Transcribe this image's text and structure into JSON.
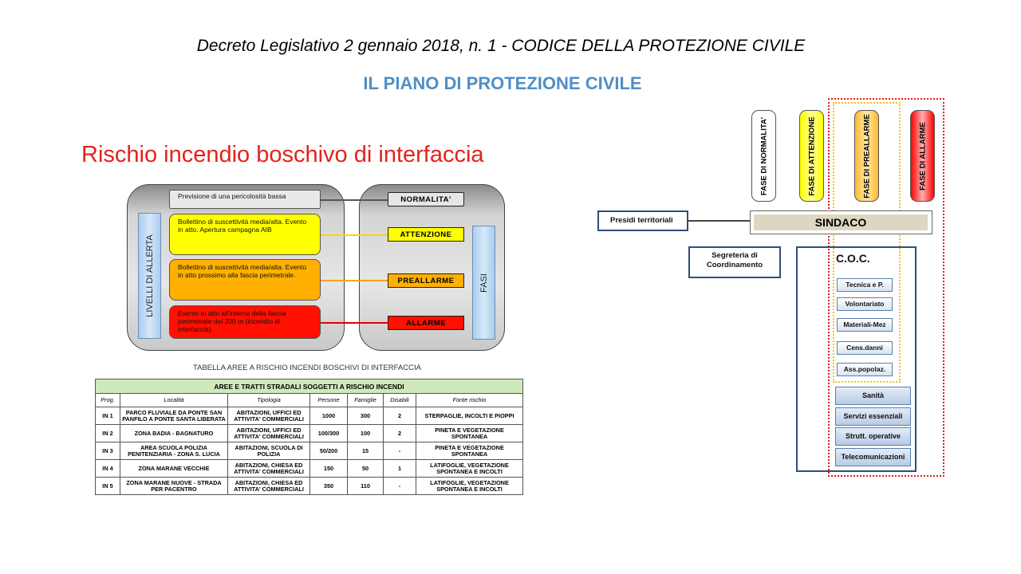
{
  "header": {
    "decreto": "Decreto Legislativo 2 gennaio 2018, n. 1 - CODICE DELLA PROTEZIONE CIVILE",
    "piano": "IL PIANO DI PROTEZIONE CIVILE"
  },
  "risk_title": "Rischio incendio boschivo di interfaccia",
  "alert_diagram": {
    "left_label": "LIVELLI DI ALLERTA",
    "right_label": "FASI",
    "levels": [
      {
        "text": "Previsione di una pericolosità bassa",
        "phase": "NORMALITA'",
        "color": "#e9e9e9",
        "line": "#555555"
      },
      {
        "text": "Bollettino di suscettività media/alta. Evento in atto. Apertura campagna AIB",
        "phase": "ATTENZIONE",
        "color": "#ffff00",
        "line": "#ffd200"
      },
      {
        "text": "Bollettino di suscettività media/alta. Evento in atto prossimo alla fascia perimetrale.",
        "phase": "PREALLARME",
        "color": "#ffb000",
        "line": "#f6a800"
      },
      {
        "text": "Evento in atto all'interno della fascia perimetrale dei 200 m (incendio di interfaccia).",
        "phase": "ALLARME",
        "color": "#ff1000",
        "line": "#e00000"
      }
    ]
  },
  "table_caption": "TABELLA AREE A RISCHIO INCENDI BOSCHIVI DI INTERFACCIA",
  "table": {
    "title": "AREE E TRATTI STRADALI SOGGETTI A RISCHIO INCENDI",
    "columns": [
      "Prog.",
      "Località",
      "Tipologia",
      "Persone",
      "Famiglie",
      "Disabili",
      "Fonte rischio"
    ],
    "rows": [
      [
        "IN 1",
        "PARCO FLUVIALE DA PONTE SAN PANFILO A PONTE SANTA LIBERATA",
        "ABITAZIONI, UFFICI ED ATTIVITA' COMMERCIALI",
        "1000",
        "300",
        "2",
        "STERPAGLIE, INCOLTI E PIOPPI"
      ],
      [
        "IN 2",
        "ZONA BADIA - BAGNATURO",
        "ABITAZIONI, UFFICI ED ATTIVITA' COMMERCIALI",
        "100/300",
        "100",
        "2",
        "PINETA E VEGETAZIONE SPONTANEA"
      ],
      [
        "IN 3",
        "AREA SCUOLA POLIZIA PENITENZIARIA - ZONA S. LUCIA",
        "ABITAZIONI, SCUOLA DI POLIZIA",
        "50/200",
        "15",
        "-",
        "PINETA E VEGETAZIONE SPONTANEA"
      ],
      [
        "IN 4",
        "ZONA MARANE VECCHIE",
        "ABITAZIONI, CHIESA ED ATTIVITA' COMMERCIALI",
        "150",
        "50",
        "1",
        "LATIFOGLIE, VEGETAZIONE SPONTANEA E INCOLTI"
      ],
      [
        "IN 5",
        "ZONA MARANE NUOVE - STRADA PER PACENTRO",
        "ABITAZIONI, CHIESA ED ATTIVITA' COMMERCIALI",
        "350",
        "110",
        "-",
        "LATIFOGLIE, VEGETAZIONE SPONTANEA E INCOLTI"
      ]
    ]
  },
  "org_chart": {
    "phases": [
      {
        "label": "FASE DI NORMALITA'",
        "color": "#ffffff"
      },
      {
        "label": "FASE DI ATTENZIONE",
        "color": "#ffff33"
      },
      {
        "label": "FASE DI PREALLARME",
        "color": "#ffc84a"
      },
      {
        "label": "FASE DI ALLARME",
        "color": "#ff2a2a"
      }
    ],
    "presidi": "Presidi territoriali",
    "sindaco": "SINDACO",
    "segreteria": "Segreteria di Coordinamento",
    "coc": "C.O.C.",
    "functions_inner": [
      "Tecnica e P.",
      "Volontariato",
      "Materiali-Mez",
      "Cens.danni",
      "Ass.popolaz."
    ],
    "functions_outer": [
      "Sanità",
      "Servizi essenziali",
      "Strutt. operative",
      "Telecomunicazioni"
    ]
  }
}
